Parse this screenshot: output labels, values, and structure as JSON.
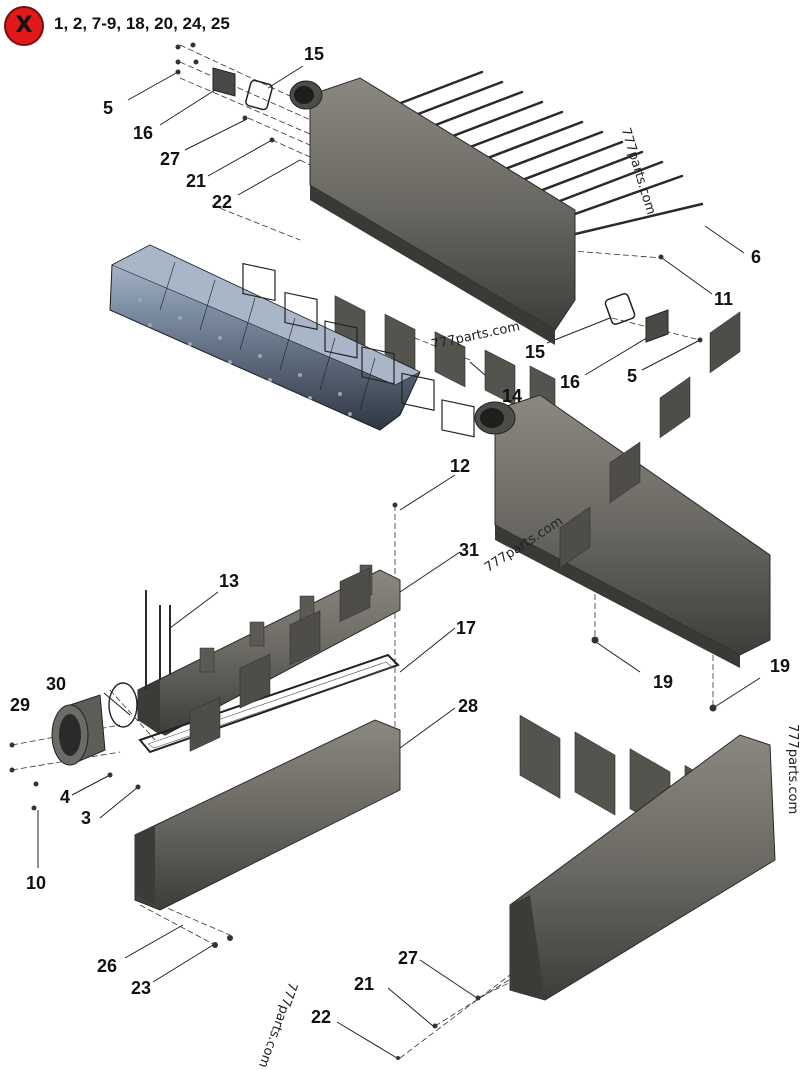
{
  "header": {
    "badge_label": "X",
    "excluded_items": "1, 2, 7-9, 18, 20, 24, 25",
    "badge_color": "#e0191b"
  },
  "callouts": {
    "c5a": "5",
    "c16a": "16",
    "c15a": "15",
    "c27a": "27",
    "c21a": "21",
    "c22a": "22",
    "c6": "6",
    "c11": "11",
    "c15b": "15",
    "c16b": "16",
    "c5b": "5",
    "c14": "14",
    "c12": "12",
    "c31": "31",
    "c13": "13",
    "c17": "17",
    "c30": "30",
    "c29": "29",
    "c28": "28",
    "c4": "4",
    "c3": "3",
    "c10": "10",
    "c19a": "19",
    "c19b": "19",
    "c26": "26",
    "c23": "23",
    "c27b": "27",
    "c21b": "21",
    "c22b": "22"
  },
  "watermarks": {
    "w1": "777parts.com",
    "w2": "777parts.com",
    "w3": "777parts.com",
    "w4": "777parts.com",
    "w5": "777parts.com"
  },
  "colors": {
    "casting": "#6e6c66",
    "casting_dark": "#3c3b38",
    "cover_top": "#8fa0b5",
    "cover_side": "#3a4250"
  }
}
